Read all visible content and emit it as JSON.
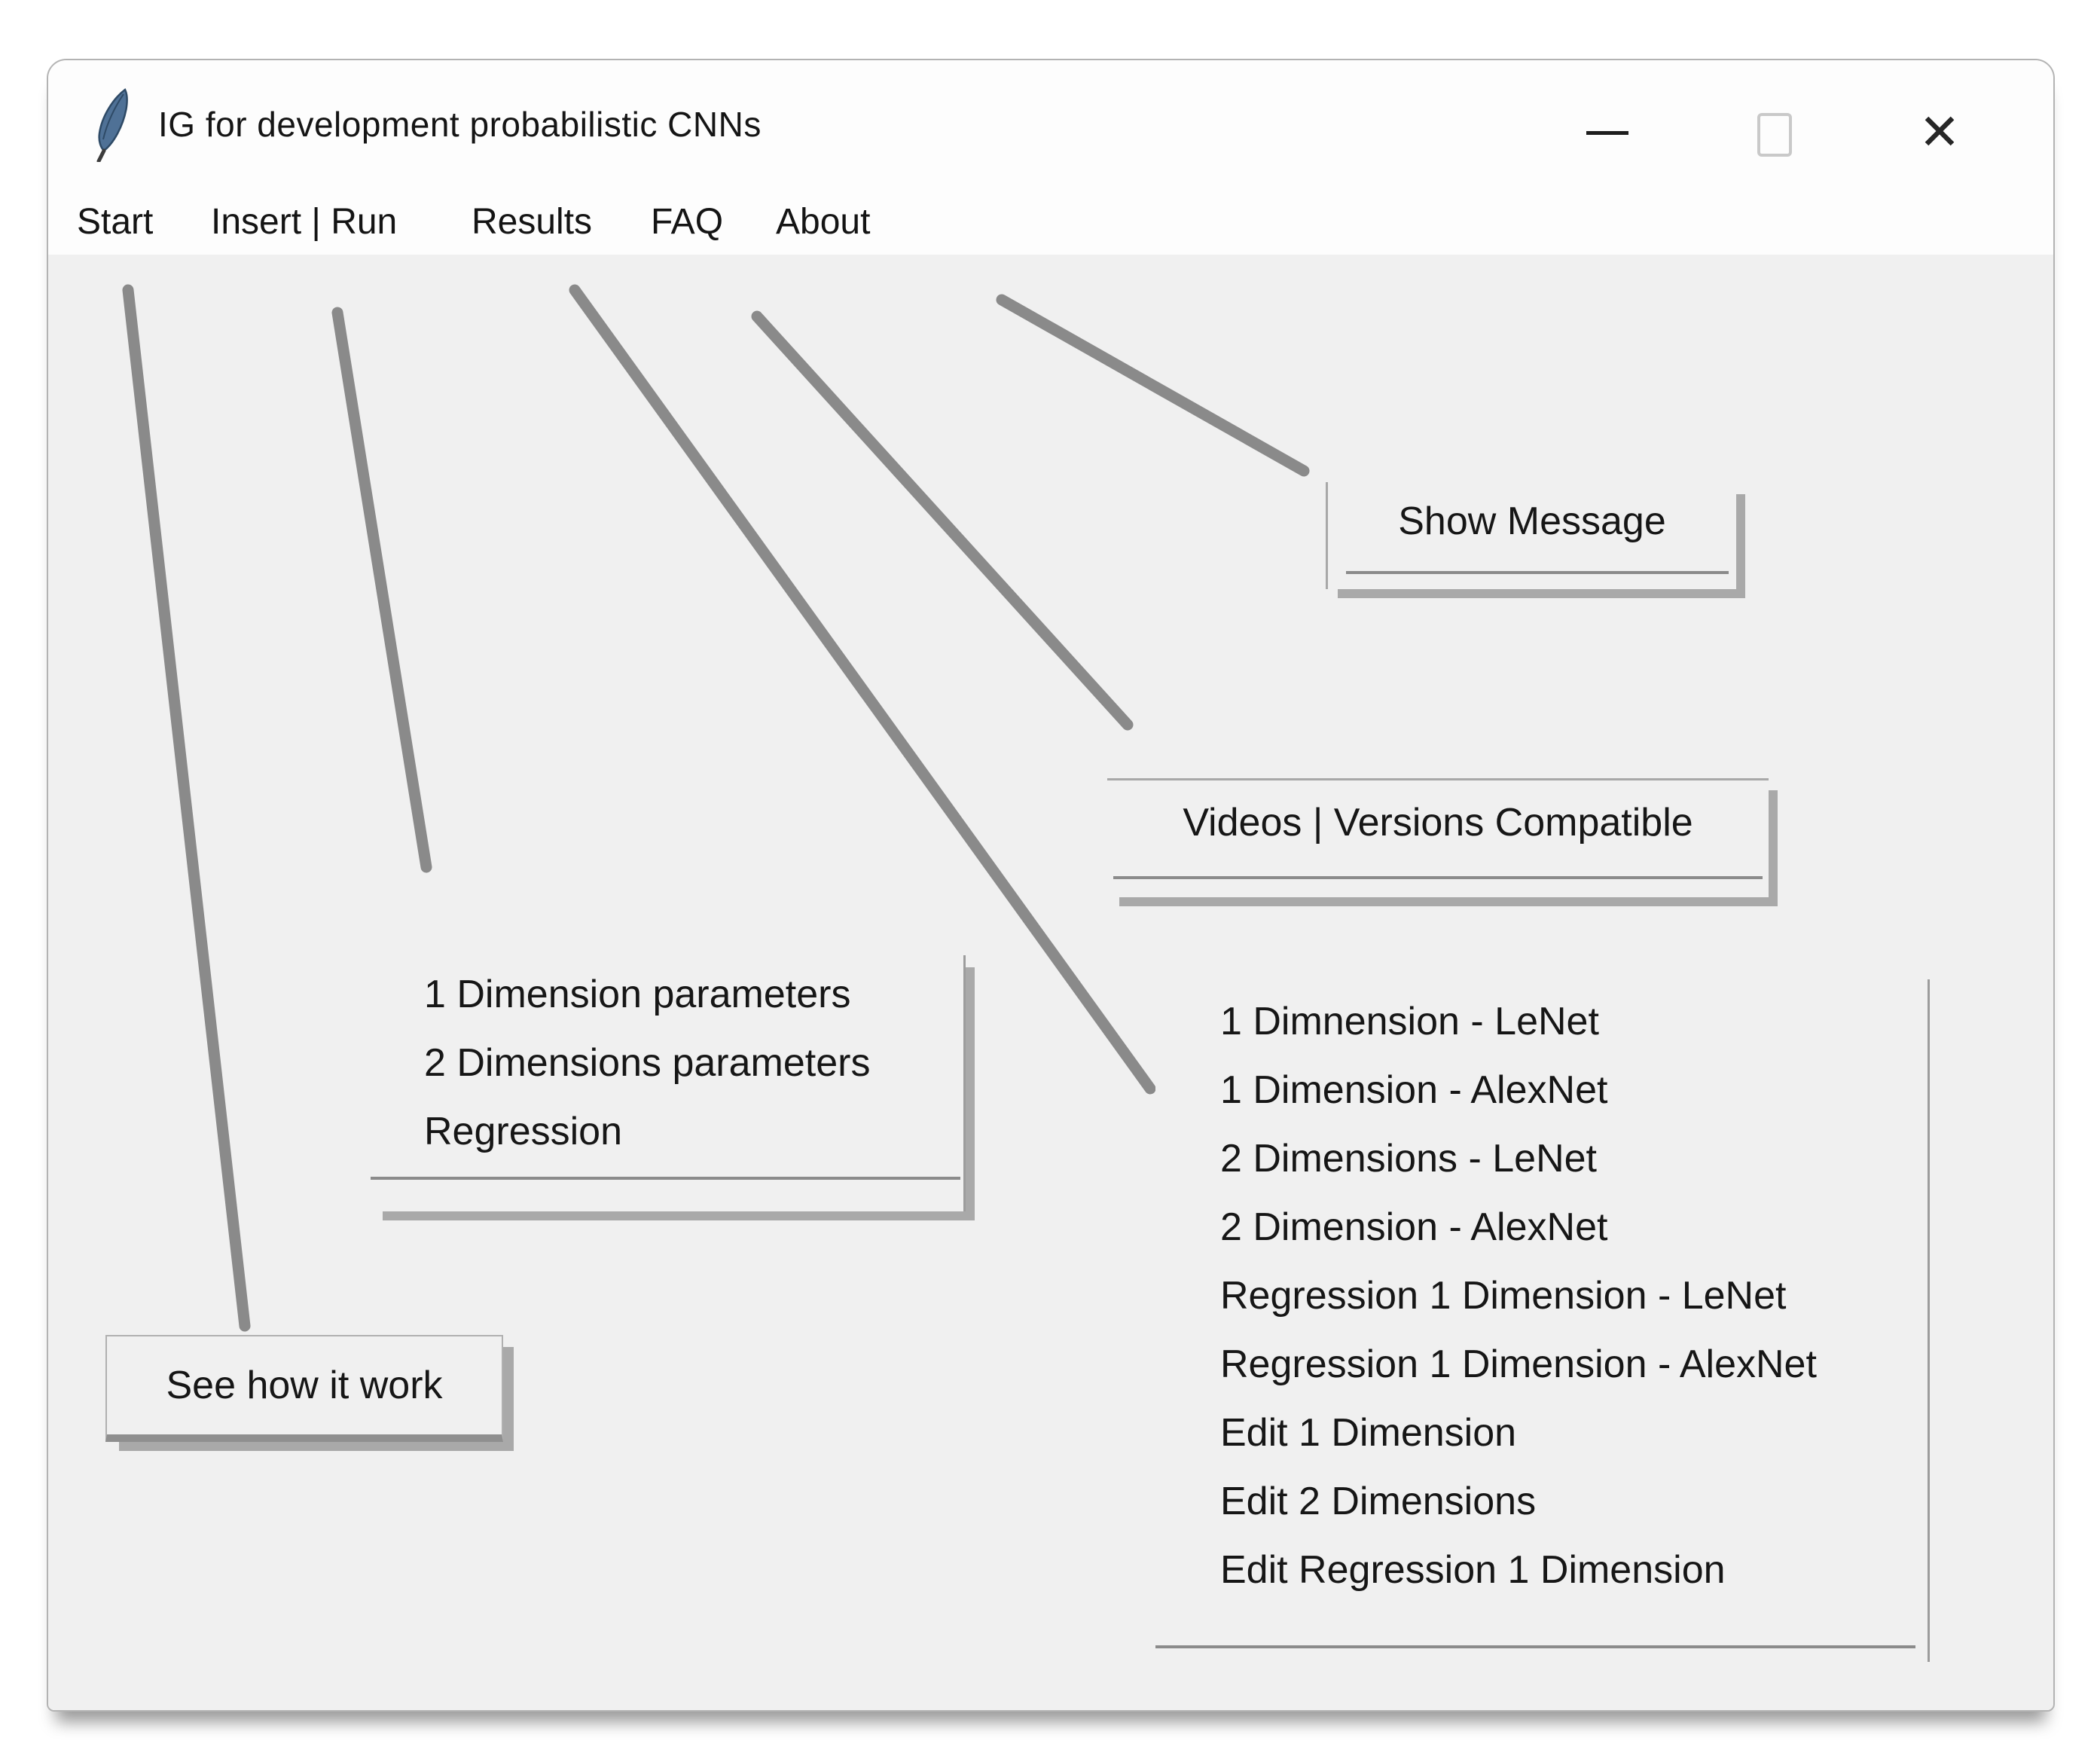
{
  "window": {
    "title": "IG for development probabilistic CNNs"
  },
  "menubar": {
    "items": [
      "Start",
      "Insert | Run",
      "Results",
      "FAQ",
      "About"
    ]
  },
  "popups": {
    "start_menu": {
      "items": [
        "See how it work"
      ]
    },
    "insert_run_menu": {
      "items": [
        "1 Dimension parameters",
        "2 Dimensions parameters",
        "Regression"
      ]
    },
    "results_menu": {
      "items": [
        "1 Dimnension - LeNet",
        "1 Dimension - AlexNet",
        "2 Dimensions - LeNet",
        "2 Dimension - AlexNet",
        "Regression 1 Dimension - LeNet",
        "Regression 1 Dimension - AlexNet",
        "Edit 1 Dimension",
        "Edit 2 Dimensions",
        "Edit Regression 1 Dimension"
      ]
    },
    "faq_menu": {
      "items": [
        "Videos | Versions Compatible"
      ]
    },
    "about_menu": {
      "items": [
        "Show Message"
      ]
    }
  },
  "colors": {
    "window_background": "#f0f0f0",
    "titlebar_background": "#fdfdfd",
    "annotation_line": "#8a8a8a",
    "separator": "#8b8b8b",
    "panel_shadow": "#a9a9a9",
    "app_icon_blue": "#4f7196"
  }
}
